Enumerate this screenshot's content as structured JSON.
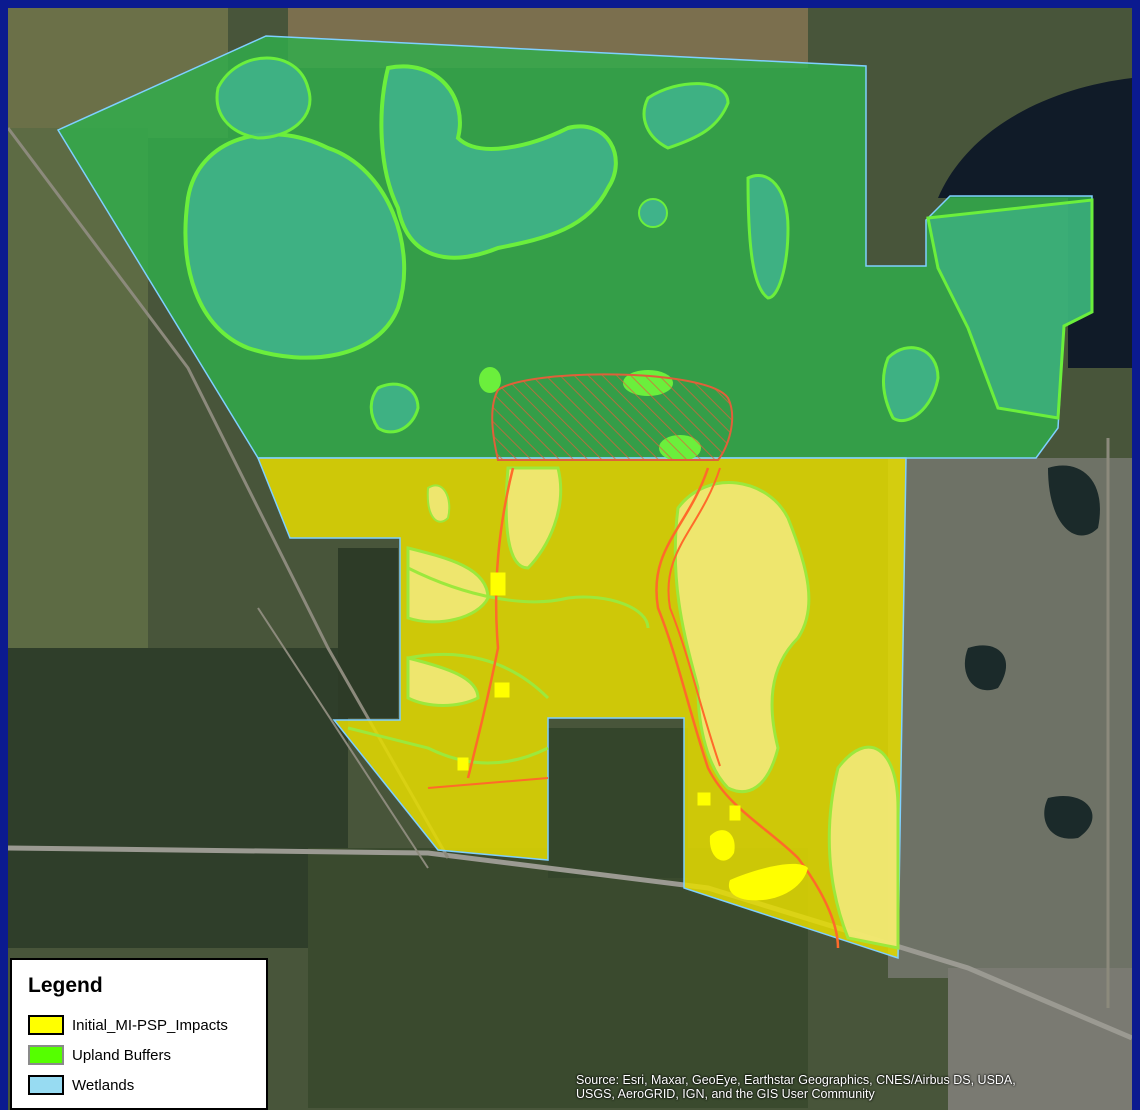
{
  "legend": {
    "title": "Legend",
    "items": [
      {
        "label": "Initial_MI-PSP_Impacts",
        "color": "#ffff00"
      },
      {
        "label": "Upland Buffers",
        "color": "#55ff00"
      },
      {
        "label": "Wetlands",
        "color": "#97dbf2"
      }
    ]
  },
  "attribution": {
    "line1": "Source: Esri, Maxar, GeoEye, Earthstar Geographics, CNES/Airbus DS, USDA,",
    "line2": "USGS, AeroGRID, IGN, and the GIS User Community"
  },
  "colors": {
    "frame": "#0b1a8f",
    "north_zone": "#2faa4a",
    "south_zone": "#e6dd00",
    "buffer_line": "#6bef3c",
    "impact_line": "#ff6a2a",
    "impact_fill": "#ffff00"
  }
}
